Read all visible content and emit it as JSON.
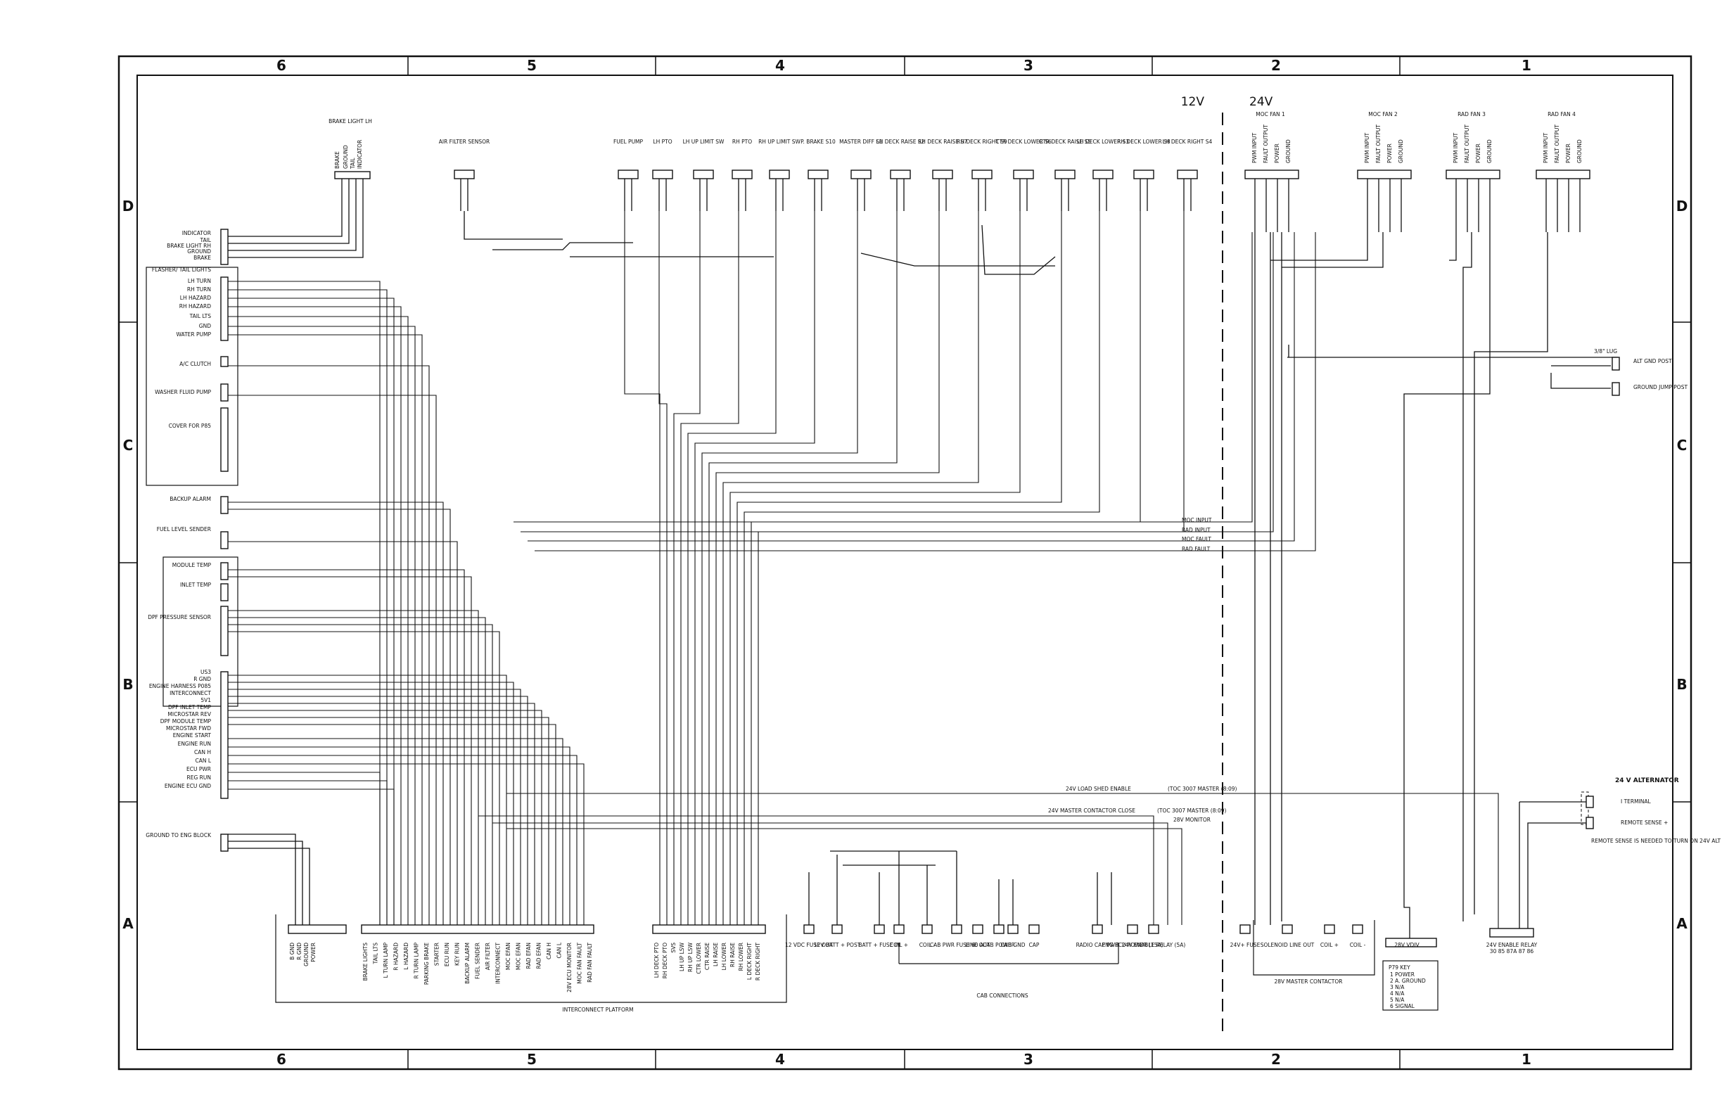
{
  "zones_top": [
    "6",
    "5",
    "4",
    "3",
    "2",
    "1"
  ],
  "zones_side": [
    "D",
    "C",
    "B",
    "A"
  ],
  "voltage": {
    "v12": "12V",
    "v24": "24V"
  },
  "left_components": [
    {
      "id": "brake-light",
      "label": "BRAKE LIGHT LH",
      "pins": [
        "BRAKE",
        "GROUND",
        "TAIL",
        "INDICATOR"
      ]
    },
    {
      "id": "air-filter",
      "label": "AIR FILTER SENSOR"
    },
    {
      "id": "fuel-pump",
      "label": "FUEL PUMP"
    },
    {
      "id": "lh-pto",
      "label": "LH PTO"
    },
    {
      "id": "lh-up-limit",
      "label": "LH UP LIMIT SW"
    },
    {
      "id": "rh-pto",
      "label": "RH PTO"
    },
    {
      "id": "rh-up-limit",
      "label": "RH UP LIMIT SW"
    },
    {
      "id": "p-brake",
      "label": "P. BRAKE S10"
    },
    {
      "id": "master-diff",
      "label": "MASTER DIFF S1"
    },
    {
      "id": "lh-deck-raise",
      "label": "LH DECK RAISE S2"
    },
    {
      "id": "rh-deck-raise",
      "label": "RH DECK RAISE S7"
    },
    {
      "id": "rh-deck-right",
      "label": "RH DECK RIGHT S9"
    },
    {
      "id": "ctr-deck-lower",
      "label": "CTR DECK LOWER S6"
    },
    {
      "id": "ctr-deck-raise",
      "label": "CTR DECK RAISE S5"
    },
    {
      "id": "lh-deck-lower",
      "label": "LH DECK LOWER S3"
    },
    {
      "id": "rh-deck-lower",
      "label": "RH DECK LOWER S8"
    },
    {
      "id": "lh-deck-right",
      "label": "LH DECK RIGHT S4"
    }
  ],
  "fans": [
    {
      "label": "MOC FAN 1",
      "pins": [
        "PWM INPUT",
        "FAULT OUTPUT",
        "POWER",
        "GROUND"
      ]
    },
    {
      "label": "MOC FAN 2",
      "pins": [
        "PWM INPUT",
        "FAULT OUTPUT",
        "POWER",
        "GROUND"
      ]
    },
    {
      "label": "RAD FAN 3",
      "pins": [
        "PWM INPUT",
        "FAULT OUTPUT",
        "POWER",
        "GROUND"
      ]
    },
    {
      "label": "RAD FAN 4",
      "pins": [
        "PWM INPUT",
        "FAULT OUTPUT",
        "POWER",
        "GROUND"
      ]
    }
  ],
  "left_labels": [
    "INDICATOR",
    "TAIL",
    "BRAKE LIGHT RH",
    "GROUND",
    "BRAKE",
    "FLASHER/ TAIL LIGHTS",
    "LH TURN",
    "RH TURN",
    "LH HAZARD",
    "RH HAZARD",
    "TAIL LTS",
    "GND",
    "WATER PUMP",
    "A/C CLUTCH",
    "WASHER FLUID PUMP",
    "COVER FOR P85",
    "BACKUP ALARM",
    "FUEL LEVEL SENDER",
    "MODULE TEMP",
    "INLET TEMP",
    "DPF PRESSURE SENSOR",
    "US3",
    "R GND",
    "ENGINE HARNESS P085",
    "INTERCONNECT",
    "5V1",
    "DPF INLET TEMP",
    "MICROSTAR REV",
    "DPF MODULE TEMP",
    "MICROSTAR FWD",
    "ENGINE START",
    "ENGINE RUN",
    "CAN H",
    "CAN L",
    "ECU PWR",
    "REG RUN",
    "ENGINE ECU GND",
    "GROUND TO ENG BLOCK"
  ],
  "right_labels": {
    "lug": "3/8\" LUG",
    "alt_gnd": "ALT GND POST",
    "gnd_jump": "GROUND JUMP POST",
    "alternator": "24 V ALTERNATOR",
    "terminal": "I TERMINAL",
    "remote_sense": "REMOTE SENSE +",
    "remote_note": "REMOTE SENSE IS NEEDED TO TURN ON 24V ALT"
  },
  "bus_labels": [
    "MOC INPUT",
    "RAD INPUT",
    "MOC FAULT",
    "RAD FAULT"
  ],
  "notes": {
    "load_shed": "24V LOAD SHED ENABLE",
    "load_shed_ref": "(TOC 3007 MASTER (8:09)",
    "master_close": "24V MASTER CONTACTOR CLOSE",
    "master_close_ref": "(TOC 3007 MASTER (8:09)",
    "monitor": "28V MONITOR"
  },
  "bottom_groups": [
    {
      "id": "p85",
      "labels": [
        "B GND",
        "R GND",
        "GROUND",
        "POWER"
      ]
    },
    {
      "id": "p83",
      "labels": [
        "BRAKE LIGHTS",
        "TAIL LTS",
        "L TURN LAMP",
        "R HAZARD",
        "L HAZARD",
        "R TURN LAMP",
        "PARKING BRAKE",
        "STARTER",
        "ECU RUN",
        "KEY RUN",
        "BACKUP ALARM",
        "FUEL SENDER",
        "AIR FILTER",
        "INTERCONNECT",
        "MOC EFAN",
        "MOC EFAN",
        "RAD EFAN",
        "RAD EFAN",
        "CAN H",
        "CAN L",
        "28V ECU MONITOR",
        "MOC FAN FAULT",
        "RAD FAN FAULT"
      ]
    },
    {
      "id": "p82",
      "labels": [
        "LH DECK PTO",
        "RH DECK PTO",
        "SVS",
        "LH UP LSW",
        "RH UP LSW",
        "CTR LOWER",
        "CTR RAISE",
        "LH RAISE",
        "LH LOWER",
        "RH RAISE",
        "RH LOWER",
        "L DECK RIGHT",
        "R DECK RIGHT"
      ]
    }
  ],
  "bottom_items": [
    {
      "label": "12 VDC FUSE OUT"
    },
    {
      "label": "12V BATT + POST"
    },
    {
      "label": "BATT + FUSE IN"
    },
    {
      "label": "COIL +"
    },
    {
      "label": "COIL -"
    },
    {
      "label": "CAB PWR FUSE 60 A"
    },
    {
      "label": "LINE OUT"
    },
    {
      "label": "CAB POWER"
    },
    {
      "label": "CAB GND"
    },
    {
      "label": "CAP"
    },
    {
      "label": "RADIO CAP PWR"
    },
    {
      "label": "ENG ECU POWER (15A)"
    },
    {
      "label": "24V ENABLE RELAY (5A)"
    },
    {
      "label": "24V+ FUSE"
    },
    {
      "label": "SOLENOID LINE OUT"
    },
    {
      "label": "COIL +"
    },
    {
      "label": "COIL -"
    },
    {
      "label": "28V VDIV"
    },
    {
      "label": "24V ENABLE RELAY"
    }
  ],
  "cab_connections": "CAB CONNECTIONS",
  "interconnect": "INTERCONNECT PLATFORM",
  "master_contactor": "28V MASTER CONTACTOR",
  "key_table": {
    "title": "P79 KEY",
    "rows": [
      "1  POWER",
      "2  A. GROUND",
      "3  N/A",
      "4  N/A",
      "5  N/A",
      "6  SIGNAL"
    ]
  },
  "relay_pins": "30 85 87A 87 86"
}
